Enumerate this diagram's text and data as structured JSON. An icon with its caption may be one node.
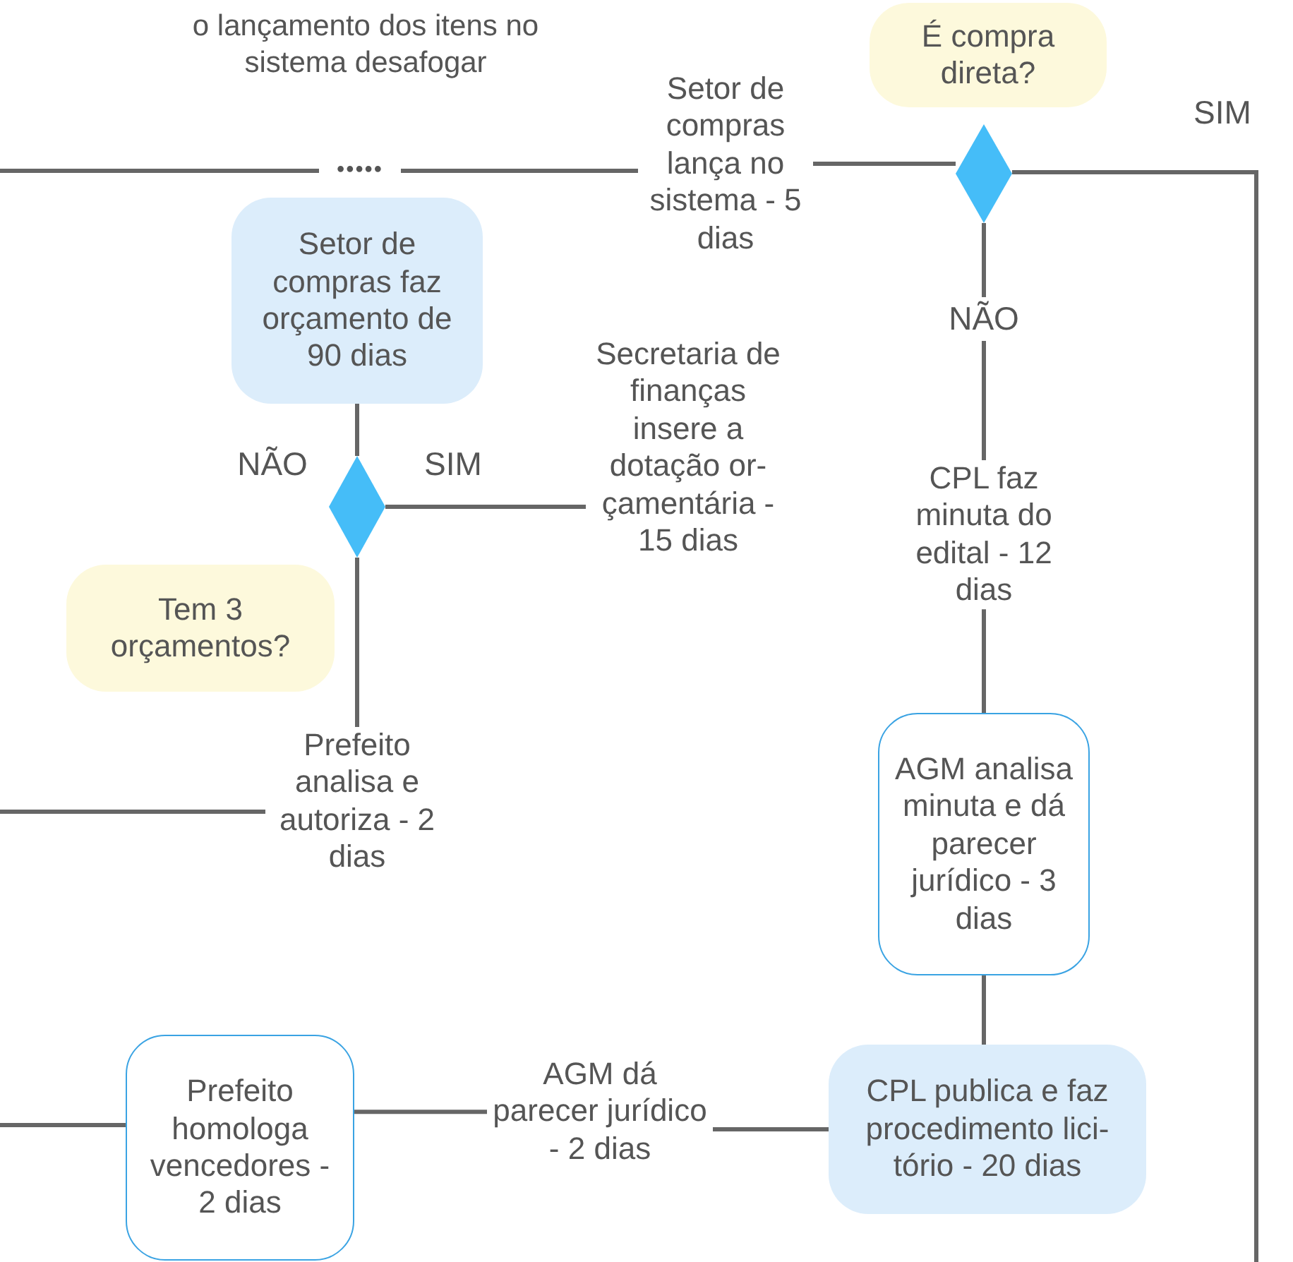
{
  "diagram": {
    "nodes": [
      {
        "text": [
          "•••••"
        ]
      },
      {
        "text": [
          "Setor de compras lança no sistema - 5 dias"
        ]
      },
      {
        "text": [],
        "shape": "diamond"
      },
      {
        "text": [
          "É compra direta?"
        ]
      },
      {
        "text": [
          "Setor de compras faz orçamento de 90 dias"
        ]
      },
      {
        "text": [],
        "shape": "diamond"
      },
      {
        "text": [
          "Secretaria de finanças insere a dotação or-çamentária - 15 dias"
        ]
      },
      {
        "text": [
          "Tem 3 orçamentos?"
        ]
      },
      {
        "text": [
          "Prefeito analisa e autoriza - 2 dias"
        ]
      },
      {
        "text": [
          "CPL faz minuta do edital - 12 dias"
        ]
      },
      {
        "text": [
          "AGM analisa minuta e dá parecer jurídico - 3 dias"
        ]
      },
      {
        "text": [
          "CPL publica e faz procedimento lici-tório - 20 dias"
        ]
      },
      {
        "text": [
          "AGM dá parecer jurídico - 2 dias"
        ]
      },
      {
        "text": [
          "Prefeito homologa vencedores - 2 dias"
        ]
      }
    ],
    "edges": [
      {
        "from": null,
        "to": 0,
        "arrow": "none"
      },
      {
        "from": 0,
        "to": 1,
        "arrow": "none"
      },
      {
        "from": 1,
        "to": 2,
        "arrow": "none"
      },
      {
        "from": 2,
        "to": null,
        "arrow": "none",
        "label": "SIM"
      },
      {
        "from": 2,
        "to": 9,
        "arrow": "none",
        "label": "NÃO"
      },
      {
        "from": 4,
        "to": 5,
        "arrow": "none"
      },
      {
        "from": 5,
        "to": 6,
        "arrow": "none",
        "label": "SIM"
      },
      {
        "from": 5,
        "to": 8,
        "arrow": "none"
      },
      {
        "from": null,
        "to": 8,
        "arrow": "none"
      },
      {
        "from": 9,
        "to": 10,
        "arrow": "none"
      },
      {
        "from": 10,
        "to": 11,
        "arrow": "none"
      },
      {
        "from": 11,
        "to": 12,
        "arrow": "none"
      },
      {
        "from": 12,
        "to": 13,
        "arrow": "none"
      },
      {
        "from": 13,
        "to": null,
        "arrow": "none"
      }
    ],
    "labels": [
      "o lançamento dos itens no sistema desafogar",
      "NÃO"
    ]
  }
}
